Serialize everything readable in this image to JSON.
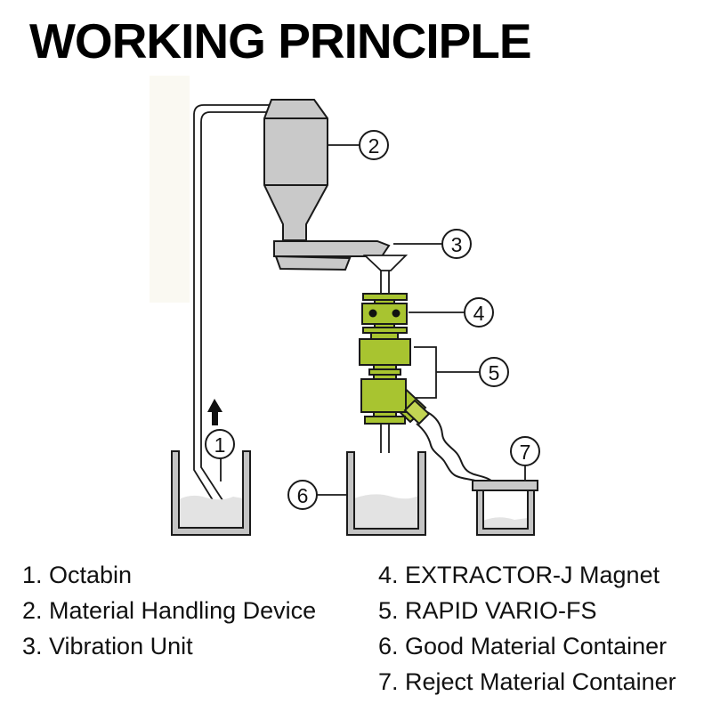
{
  "title": "WORKING PRINCIPLE",
  "callouts": {
    "c1": "1",
    "c2": "2",
    "c3": "3",
    "c4": "4",
    "c5": "5",
    "c6": "6",
    "c7": "7"
  },
  "legend": {
    "left": [
      "1. Octabin",
      "2. Material Handling Device",
      "3. Vibration Unit"
    ],
    "right": [
      "4. EXTRACTOR-J Magnet",
      "5. RAPID VARIO-FS",
      "6. Good Material Container",
      "7. Reject Material Container"
    ]
  },
  "colors": {
    "machine_green": "#a8c430",
    "machine_green_light": "#c3d553",
    "metal_gray": "#c9c9c9",
    "container_gray": "#c4c4c4",
    "material_gray": "#e3e3e3",
    "outline": "#1a1a1a"
  }
}
